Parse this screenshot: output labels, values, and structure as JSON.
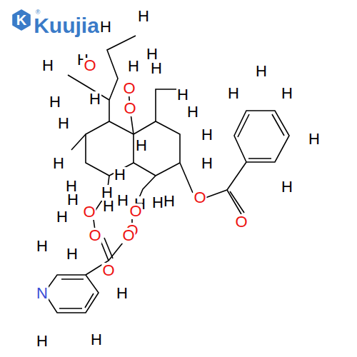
{
  "diagram": {
    "labels": [
      "K",
      "®",
      "Kuujia",
      "H",
      "H",
      "H",
      "H",
      "H",
      "O",
      "H",
      "H",
      "H",
      "H",
      "O",
      "O",
      "H",
      "H",
      "H",
      "H",
      "H",
      "H",
      "H",
      "H",
      "H",
      "H",
      "H",
      "H",
      "H",
      "O",
      "H",
      "O",
      "H",
      "H",
      "O",
      "O",
      "O",
      "O",
      "O",
      "H",
      "H",
      "O",
      "N",
      "H",
      "H",
      "H",
      "H",
      "H",
      "H",
      "H",
      "H",
      "H"
    ]
  }
}
